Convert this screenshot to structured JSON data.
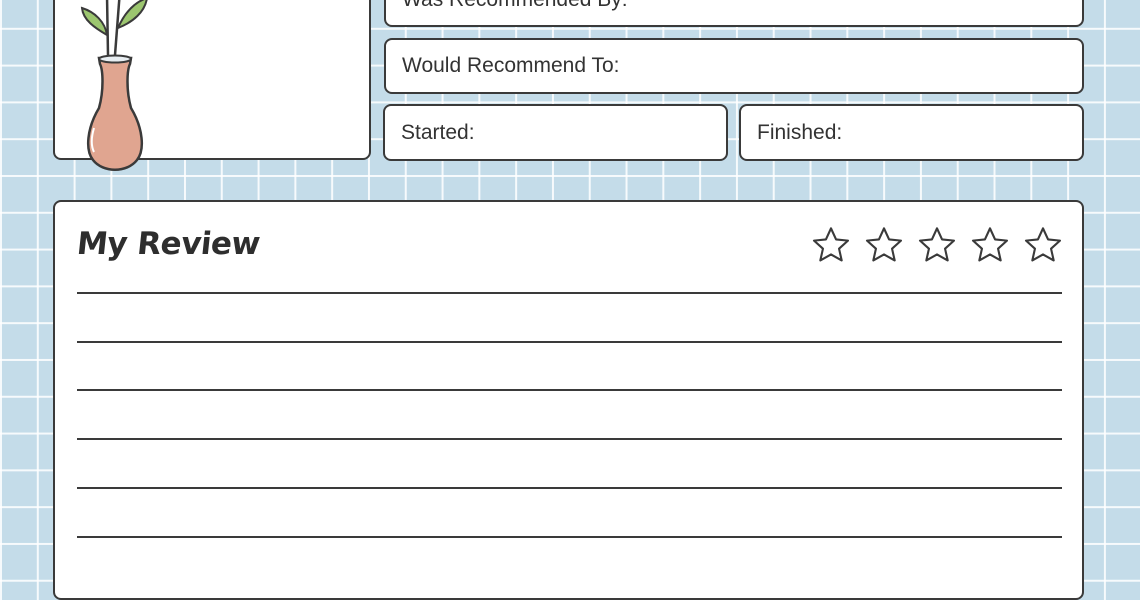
{
  "fields": {
    "was_recommended_by": "Was Recommended By:",
    "would_recommend_to": "Would Recommend To:",
    "started": "Started:",
    "finished": "Finished:"
  },
  "review": {
    "title": "My Review",
    "rating": {
      "max": 5,
      "value": 0
    },
    "line_count": 6
  },
  "colors": {
    "background": "#c4dce9",
    "vase": "#e0a590",
    "leaf": "#9cc66f",
    "outline": "#3a3a3a"
  },
  "icons": {
    "decoration": "vase-with-leaves-icon",
    "rating": "star-outline-icon"
  }
}
